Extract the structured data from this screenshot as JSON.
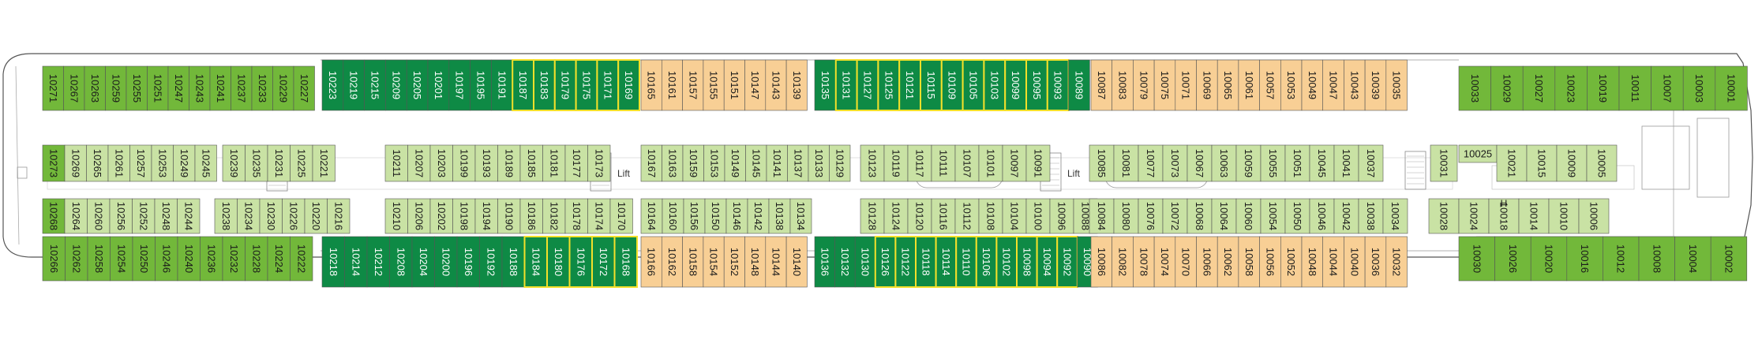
{
  "lift_label": "Lift",
  "marker_h": "H",
  "colors": {
    "green_light": "#c9e2a4",
    "green_mid": "#72b83a",
    "green_dark": "#0e8a45",
    "orange": "#f8cf95",
    "yellow_outline": "#f3e02a",
    "line": "#555555",
    "text_dark": "#1a1a1a",
    "text_light": "#ffffff"
  },
  "top_row": {
    "bow": [
      "10271",
      "10267",
      "10263",
      "10259",
      "10255",
      "10251",
      "10247",
      "10243",
      "10241",
      "10237",
      "10233",
      "10229",
      "10227"
    ],
    "mid": [
      "10223",
      "10219",
      "10215",
      "10209",
      "10205",
      "10201",
      "10197",
      "10195",
      "10191",
      "10187",
      "10183",
      "10179",
      "10175",
      "10171",
      "10169"
    ],
    "mid_orange": [
      "10165",
      "10161",
      "10157",
      "10155",
      "10151",
      "10147",
      "10143",
      "10139"
    ],
    "mid2": [
      "10135",
      "10131",
      "10127",
      "10125",
      "10121",
      "10115",
      "10109",
      "10105",
      "10103",
      "10099",
      "10095",
      "10093",
      "10089"
    ],
    "aft_orange": [
      "10087",
      "10083",
      "10079",
      "10075",
      "10071",
      "10069",
      "10065",
      "10061",
      "10057",
      "10053",
      "10049",
      "10047",
      "10043",
      "10039",
      "10035"
    ],
    "stern": [
      "10033",
      "10029",
      "10027",
      "10023",
      "10019",
      "10011",
      "10007",
      "10003",
      "10001"
    ]
  },
  "bottom_row": {
    "bow": [
      "10266",
      "10262",
      "10258",
      "10254",
      "10250",
      "10246",
      "10240",
      "10236",
      "10232",
      "10228",
      "10224",
      "10222"
    ],
    "mid": [
      "10218",
      "10214",
      "10212",
      "10208",
      "10204",
      "10200",
      "10196",
      "10192",
      "10188",
      "10184",
      "10180",
      "10176",
      "10172",
      "10168"
    ],
    "mid_orange": [
      "10166",
      "10162",
      "10158",
      "10154",
      "10152",
      "10148",
      "10144",
      "10140"
    ],
    "mid2": [
      "10136",
      "10132",
      "10130",
      "10126",
      "10122",
      "10118",
      "10114",
      "10110",
      "10106",
      "10102",
      "10098",
      "10094",
      "10092",
      "10090"
    ],
    "aft_orange": [
      "10086",
      "10082",
      "10078",
      "10074",
      "10070",
      "10066",
      "10062",
      "10058",
      "10056",
      "10052",
      "10048",
      "10044",
      "10040",
      "10036",
      "10032"
    ],
    "stern": [
      "10030",
      "10026",
      "10020",
      "10016",
      "10012",
      "10008",
      "10004",
      "10002"
    ]
  },
  "inner_top": {
    "a": [
      "10273",
      "10269",
      "10265",
      "10261",
      "10257",
      "10253",
      "10249",
      "10245"
    ],
    "b": [
      "10239",
      "10235",
      "10231",
      "10225",
      "10221"
    ],
    "c": [
      "10211",
      "10207",
      "10203",
      "10199",
      "10193",
      "10189",
      "10185",
      "10181",
      "10177",
      "10173"
    ],
    "d": [
      "10167",
      "10163",
      "10159",
      "10153",
      "10149",
      "10145",
      "10141",
      "10137",
      "10133",
      "10129"
    ],
    "e": [
      "10123",
      "10119",
      "10117",
      "10111",
      "10107",
      "10101",
      "10097",
      "10091"
    ],
    "f": [
      "10085",
      "10081",
      "10077",
      "10073",
      "10067",
      "10063",
      "10059",
      "10055",
      "10051",
      "10045",
      "10041",
      "10037"
    ],
    "g": [
      "10031",
      "10025",
      "10021",
      "10015",
      "10009",
      "10005"
    ]
  },
  "inner_bottom": {
    "a": [
      "10268",
      "10264",
      "10260",
      "10256",
      "10252",
      "10248",
      "10244"
    ],
    "b": [
      "10238",
      "10234",
      "10230",
      "10226",
      "10220",
      "10216"
    ],
    "c": [
      "10210",
      "10206",
      "10202",
      "10198",
      "10194",
      "10190",
      "10186",
      "10182",
      "10178",
      "10174",
      "10170"
    ],
    "d": [
      "10164",
      "10160",
      "10156",
      "10150",
      "10146",
      "10142",
      "10138",
      "10134"
    ],
    "e": [
      "10128",
      "10124",
      "10120",
      "10116",
      "10112",
      "10108",
      "10104",
      "10100",
      "10096",
      "10088"
    ],
    "f": [
      "10084",
      "10080",
      "10076",
      "10072",
      "10068",
      "10064",
      "10060",
      "10054",
      "10050",
      "10046",
      "10042",
      "10038",
      "10034"
    ],
    "g": [
      "10028",
      "10024",
      "10018",
      "10014",
      "10010",
      "10006"
    ]
  }
}
